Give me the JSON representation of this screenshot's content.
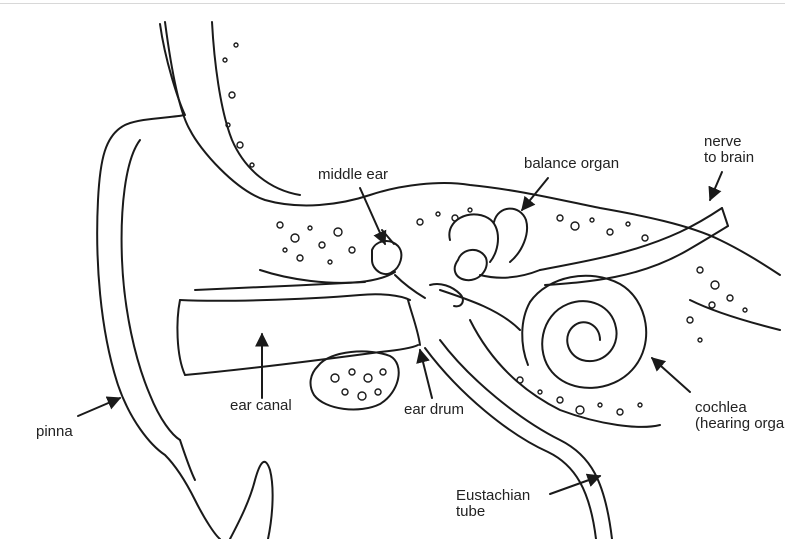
{
  "diagram": {
    "labels": {
      "pinna": "pinna",
      "ear_canal": "ear canal",
      "ear_drum": "ear drum",
      "middle_ear": "middle ear",
      "balance_organ": "balance organ",
      "nerve_line1": "nerve",
      "nerve_line2": "to brain",
      "cochlea_line1": "cochlea",
      "cochlea_line2": "(hearing organ",
      "eustachian_line1": "Eustachian",
      "eustachian_line2": "tube"
    },
    "colors": {
      "line": "#1a1a1a",
      "background": "#ffffff"
    }
  }
}
